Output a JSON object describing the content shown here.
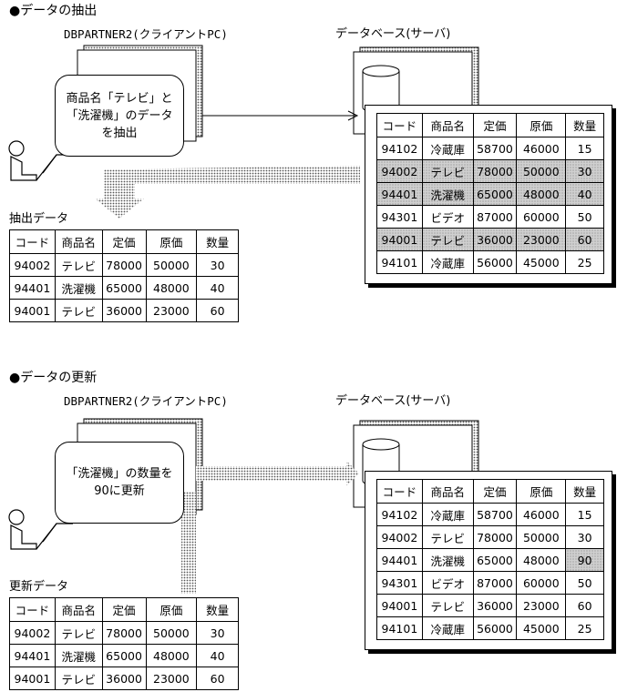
{
  "extract": {
    "heading": "●データの抽出",
    "client_label": "DBPARTNER2(クライアントPC)",
    "server_label": "データベース(サーバ)",
    "bubble_lines": [
      "商品名「テレビ」と",
      "「洗濯機」のデータ",
      "を抽出"
    ],
    "result_label": "抽出データ",
    "headers": [
      "コード",
      "商品名",
      "定価",
      "原価",
      "数量"
    ],
    "server_rows": [
      [
        "94102",
        "冷蔵庫",
        "58700",
        "46000",
        "15"
      ],
      [
        "94002",
        "テレビ",
        "78000",
        "50000",
        "30"
      ],
      [
        "94401",
        "洗濯機",
        "65000",
        "48000",
        "40"
      ],
      [
        "94301",
        "ビデオ",
        "87000",
        "60000",
        "50"
      ],
      [
        "94001",
        "テレビ",
        "36000",
        "23000",
        "60"
      ],
      [
        "94101",
        "冷蔵庫",
        "56000",
        "45000",
        "25"
      ]
    ],
    "result_rows": [
      [
        "94002",
        "テレビ",
        "78000",
        "50000",
        "30"
      ],
      [
        "94401",
        "洗濯機",
        "65000",
        "48000",
        "40"
      ],
      [
        "94001",
        "テレビ",
        "36000",
        "23000",
        "60"
      ]
    ]
  },
  "update": {
    "heading": "●データの更新",
    "client_label": "DBPARTNER2(クライアントPC)",
    "server_label": "データベース(サーバ)",
    "bubble_lines": [
      "「洗濯機」の数量を",
      "90に更新"
    ],
    "result_label": "更新データ",
    "headers": [
      "コード",
      "商品名",
      "定価",
      "原価",
      "数量"
    ],
    "server_rows": [
      [
        "94102",
        "冷蔵庫",
        "58700",
        "46000",
        "15"
      ],
      [
        "94002",
        "テレビ",
        "78000",
        "50000",
        "30"
      ],
      [
        "94401",
        "洗濯機",
        "65000",
        "48000",
        "90"
      ],
      [
        "94301",
        "ビデオ",
        "87000",
        "60000",
        "50"
      ],
      [
        "94001",
        "テレビ",
        "36000",
        "23000",
        "60"
      ],
      [
        "94101",
        "冷蔵庫",
        "56000",
        "45000",
        "25"
      ]
    ],
    "result_rows": [
      [
        "94002",
        "テレビ",
        "78000",
        "50000",
        "30"
      ],
      [
        "94401",
        "洗濯機",
        "65000",
        "48000",
        "40"
      ],
      [
        "94001",
        "テレビ",
        "36000",
        "23000",
        "60"
      ]
    ]
  }
}
